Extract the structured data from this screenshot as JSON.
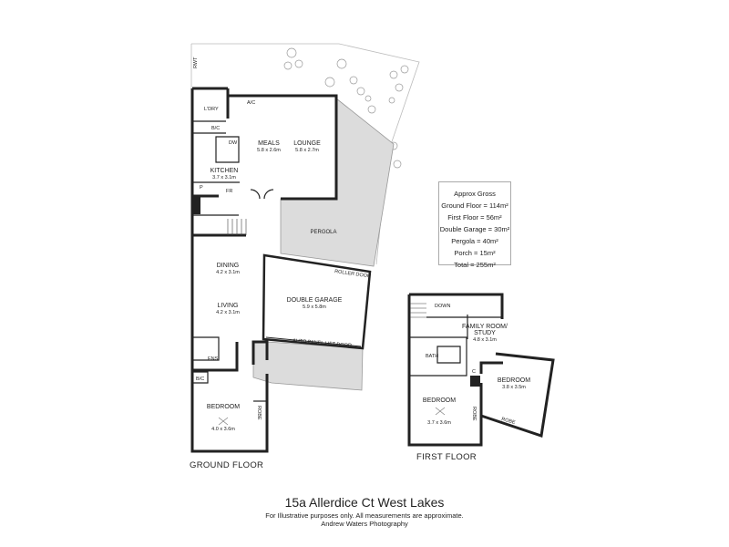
{
  "address": "15a Allerdice Ct West Lakes",
  "disclaimer": "For Illustrative purposes only.  All measurements are approximate.",
  "photographer": "Andrew Waters Photography",
  "floors": {
    "ground": "GROUND FLOOR",
    "first": "FIRST FLOOR"
  },
  "areas": {
    "title": "Approx Gross",
    "ground": "Ground Floor = 114m²",
    "first": "First Floor = 56m²",
    "garage": "Double Garage = 30m²",
    "pergola": "Pergola = 40m²",
    "porch": "Porch = 15m²",
    "total": "Total = 255m²"
  },
  "rooms": {
    "rwt": "RWT",
    "ldry": "L'DRY",
    "ac": "A/C",
    "bc": "B/C",
    "dw": "DW",
    "meals": "MEALS",
    "meals_dim": "5.8 x 2.6m",
    "lounge": "LOUNGE",
    "lounge_dim": "5.8 x 2.7m",
    "kitchen": "KITCHEN",
    "kitchen_dim": "3.7 x 3.1m",
    "p": "P",
    "fr": "FR",
    "pergola": "PERGOLA",
    "dining": "DINING",
    "dining_dim": "4.2 x 3.1m",
    "roller_door": "ROLLER DOOR",
    "garage": "DOUBLE GARAGE",
    "garage_dim": "5.9 x 5.8m",
    "living": "LIVING",
    "living_dim": "4.2 x 3.1m",
    "auto_door": "AUTO PANEL LIFT DOOR",
    "ens": "ENS",
    "bc2": "B/C",
    "robe_g": "ROBE",
    "bedroom_g": "BEDROOM",
    "bedroom_g_dim": "4.0 x 3.6m",
    "down": "DOWN",
    "family": "FAMILY ROOM/",
    "study": "STUDY",
    "family_dim": "4.8 x 3.1m",
    "bath": "BATH",
    "c": "C",
    "bedroom2": "BEDROOM",
    "bedroom2_dim": "3.8 x 3.5m",
    "bedroom3": "BEDROOM",
    "bedroom3_dim": "3.7 x 3.6m",
    "robe_f1": "ROBE",
    "robe_f2": "ROBE"
  }
}
